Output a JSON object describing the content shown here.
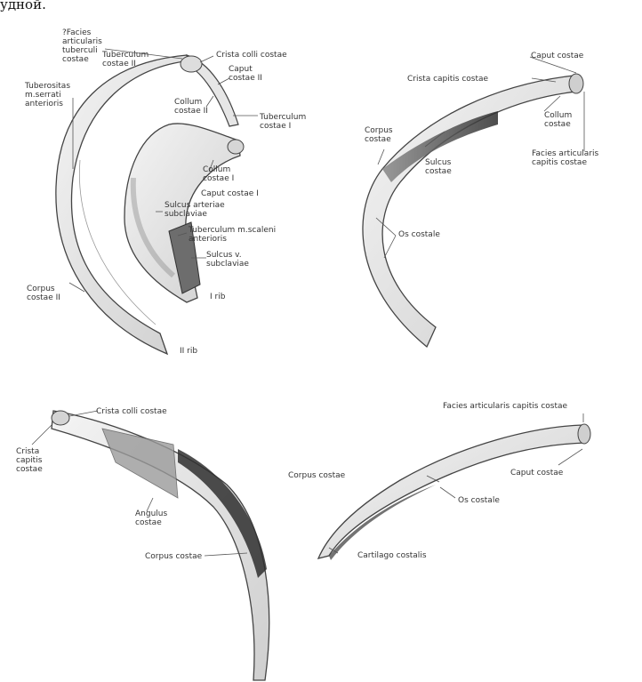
{
  "header_fragment": "удной.",
  "labels": {
    "facies_articularis_tuberculi": "?Facies articularis tuberculi costae",
    "tuberculum_costae_ii": "Tuberculum costae II",
    "tuberositas_serrati": "Tuberositas m.serrati anterioris",
    "crista_colli_top": "Crista colli costae",
    "caput_costae_ii": "Caput costae II",
    "collum_costae_ii_a": "Collum costae II",
    "tuberculum_costae_i": "Tuberculum costae I",
    "collum_costae_i": "Collum costae I",
    "caput_costae_i": "Caput costae I",
    "sulcus_arteriae": "Sulcus arteriae subclaviae",
    "tuberculum_scaleni": "Tuberculum m.scaleni anterioris",
    "sulcus_v": "Sulcus v. subclaviae",
    "i_rib": "I rib",
    "corpus_costae_ii": "Corpus costae II",
    "ii_rib": "II rib",
    "caput_costae_tr": "Caput costae",
    "crista_capitis_tr": "Crista capitis costae",
    "collum_costae_tr": "Collum costae",
    "corpus_costae_tr": "Corpus costae",
    "sulcus_costae_tr": "Sulcus costae",
    "facies_capitis_tr": "Facies articularis capitis costae",
    "os_costale_tr": "Os costale",
    "crista_colli_bl": "Crista colli costae",
    "crista_capitis_bl": "Crista capitis costae",
    "angulus_costae": "Angulus costae",
    "corpus_costae_bl": "Corpus costae",
    "facies_capitis_br": "Facies articularis capitis costae",
    "caput_costae_br": "Caput costae",
    "corpus_costae_br": "Corpus costae",
    "os_costale_br": "Os costale",
    "cartilago_costalis": "Cartilago costalis"
  }
}
